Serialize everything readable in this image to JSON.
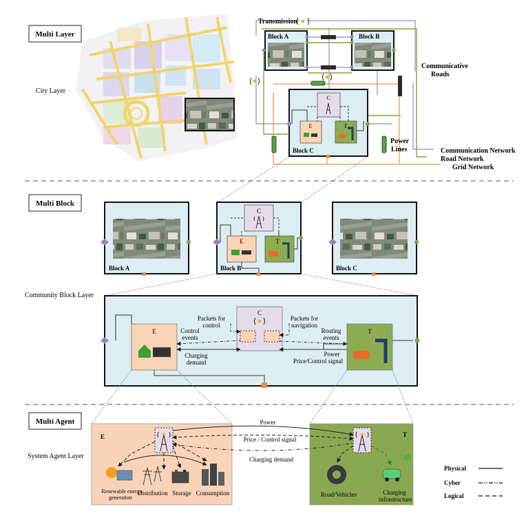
{
  "sections": {
    "multi_layer": "Multi Layer",
    "multi_block": "Multi Block",
    "multi_agent": "Multi Agent"
  },
  "layers": {
    "city": "City Layer",
    "community_block": "Community Block Layer",
    "system_agent": "System Agent Layer"
  },
  "top": {
    "transmission": "Transmission",
    "communicative_roads_1": "Communicative",
    "communicative_roads_2": "Roads",
    "power_lines_1": "Power",
    "power_lines_2": "Lines",
    "block_a": "Block A",
    "block_b": "Block B",
    "block_c": "Block C",
    "c": "C",
    "e": "E",
    "t": "T",
    "communication_network": "Communication Network",
    "road_network": "Road Network",
    "grid_network": "Grid Network"
  },
  "blocks": {
    "a": "Block A",
    "b": "Block B",
    "c": "Block C",
    "c_node": "C",
    "e_node": "E",
    "t_node": "T"
  },
  "community": {
    "e": "E",
    "c": "C",
    "t": "T",
    "packets_control_1": "Packets for",
    "packets_control_2": "control",
    "packets_nav_1": "Packets for",
    "packets_nav_2": "navigation",
    "control_events_1": "Control",
    "control_events_2": "events",
    "charging_demand_1": "Charging",
    "charging_demand_2": "demand",
    "routing_events_1": "Routing",
    "routing_events_2": "events",
    "power": "Power",
    "price_control": "Price/Control signal"
  },
  "agent": {
    "e": "E",
    "t": "T",
    "power": "Power",
    "price_control": "Price / Control signal",
    "charging_demand": "Charging demand",
    "renewable_1": "Renewable energy",
    "renewable_2": "generation",
    "distribution": "Distribution",
    "storage": "Storage",
    "consumption": "Consumption",
    "road_vehicles": "Road/Vehicles",
    "charging_infra_1": "Charging",
    "charging_infra_2": "infrastructure"
  },
  "legend": {
    "physical": "Physical",
    "cyber": "Cyber",
    "logical": "Logical"
  },
  "colors": {
    "block_fill": "#dcedf3",
    "e_fill": "#f9d4b6",
    "t_fill": "#8eac52",
    "c_fill": "#e6dbe9",
    "comm_line": "#a79bc3",
    "road_line": "#7ea63c",
    "grid_line": "#f0a365",
    "port_purple": "#9b83b8",
    "port_green": "#7aa63c",
    "port_orange": "#ef8b3c",
    "agent_e_bg": "#f8d3b8",
    "agent_t_bg": "#8aa852"
  }
}
